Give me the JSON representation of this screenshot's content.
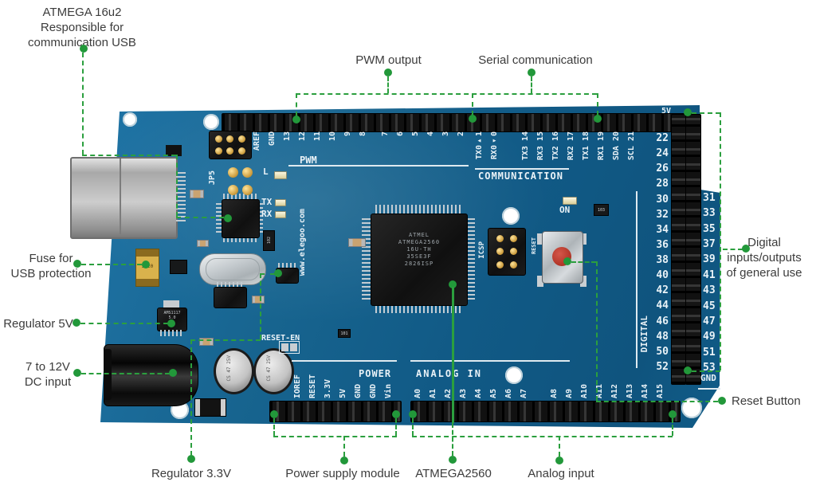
{
  "colors": {
    "annotation_green": "#2b9f3e",
    "label_text": "#3c3c3c",
    "board_blue": "#145e8b"
  },
  "annotations": {
    "atmega16u2": "ATMEGA 16u2\nResponsible for\ncommunication USB",
    "pwm_output": "PWM output",
    "serial_communication": "Serial communication",
    "fuse": "Fuse for\nUSB protection",
    "regulator_5v": "Regulator 5V",
    "dc_input": "7 to 12V\nDC input",
    "digital_io": "Digital\ninputs/outputs\nof general use",
    "reset_button": "Reset Button",
    "regulator_3v3": "Regulator 3.3V",
    "power_supply": "Power supply module",
    "atmega2560": "ATMEGA2560",
    "analog_input": "Analog input"
  },
  "board": {
    "silkscreen": {
      "top_row_a": [
        "AREF",
        "GND",
        "13",
        "12",
        "11",
        "10",
        "9",
        "8"
      ],
      "top_row_b": [
        "7",
        "6",
        "5",
        "4",
        "3",
        "2"
      ],
      "top_row_c": [
        "TX0▸1",
        "RX0◂0"
      ],
      "top_row_d": [
        "TX3 14",
        "RX3 15",
        "TX2 16",
        "RX2 17",
        "TX1 18",
        "RX1 19",
        "SDA 20",
        "SCL 21"
      ],
      "pwm": "PWM",
      "communication": "COMMUNICATION",
      "jp5": "JP5",
      "led_l": "L",
      "tx": "TX",
      "rx": "RX",
      "website": "www.elegoo.com",
      "icsp": "ICSP",
      "reset": "RESET",
      "on": "ON",
      "reset_en": "RESET-EN",
      "power": "POWER",
      "analog_in": "ANALOG IN",
      "digital": "DIGITAL",
      "v5": "5V",
      "gnd": "GND",
      "power_pins": [
        "IOREF",
        "RESET",
        "3.3V",
        "5V",
        "GND",
        "GND",
        "Vin"
      ],
      "analog_pins_a": [
        "A0",
        "A1",
        "A2",
        "A3",
        "A4",
        "A5",
        "A6",
        "A7"
      ],
      "analog_pins_b": [
        "A8",
        "A9",
        "A10",
        "A11",
        "A12",
        "A13",
        "A14",
        "A15"
      ],
      "digital_even": [
        "22",
        "24",
        "26",
        "28",
        "30",
        "32",
        "34",
        "36",
        "38",
        "40",
        "42",
        "44",
        "46",
        "48",
        "50",
        "52"
      ],
      "digital_odd": [
        "31",
        "33",
        "35",
        "37",
        "39",
        "41",
        "43",
        "45",
        "47",
        "49",
        "51",
        "53"
      ]
    },
    "components": {
      "mcu_text": "ATMEL\nATMEGA2560\n16U-TH\n35SE3F\n2826ISP",
      "fuse_code": "5020",
      "cap_text": "CS 47 25V",
      "reg5_text": "AMS1117\n5.0",
      "smd_code_1": "102",
      "smd_code_2": "101",
      "smd_code_3": "103"
    }
  }
}
